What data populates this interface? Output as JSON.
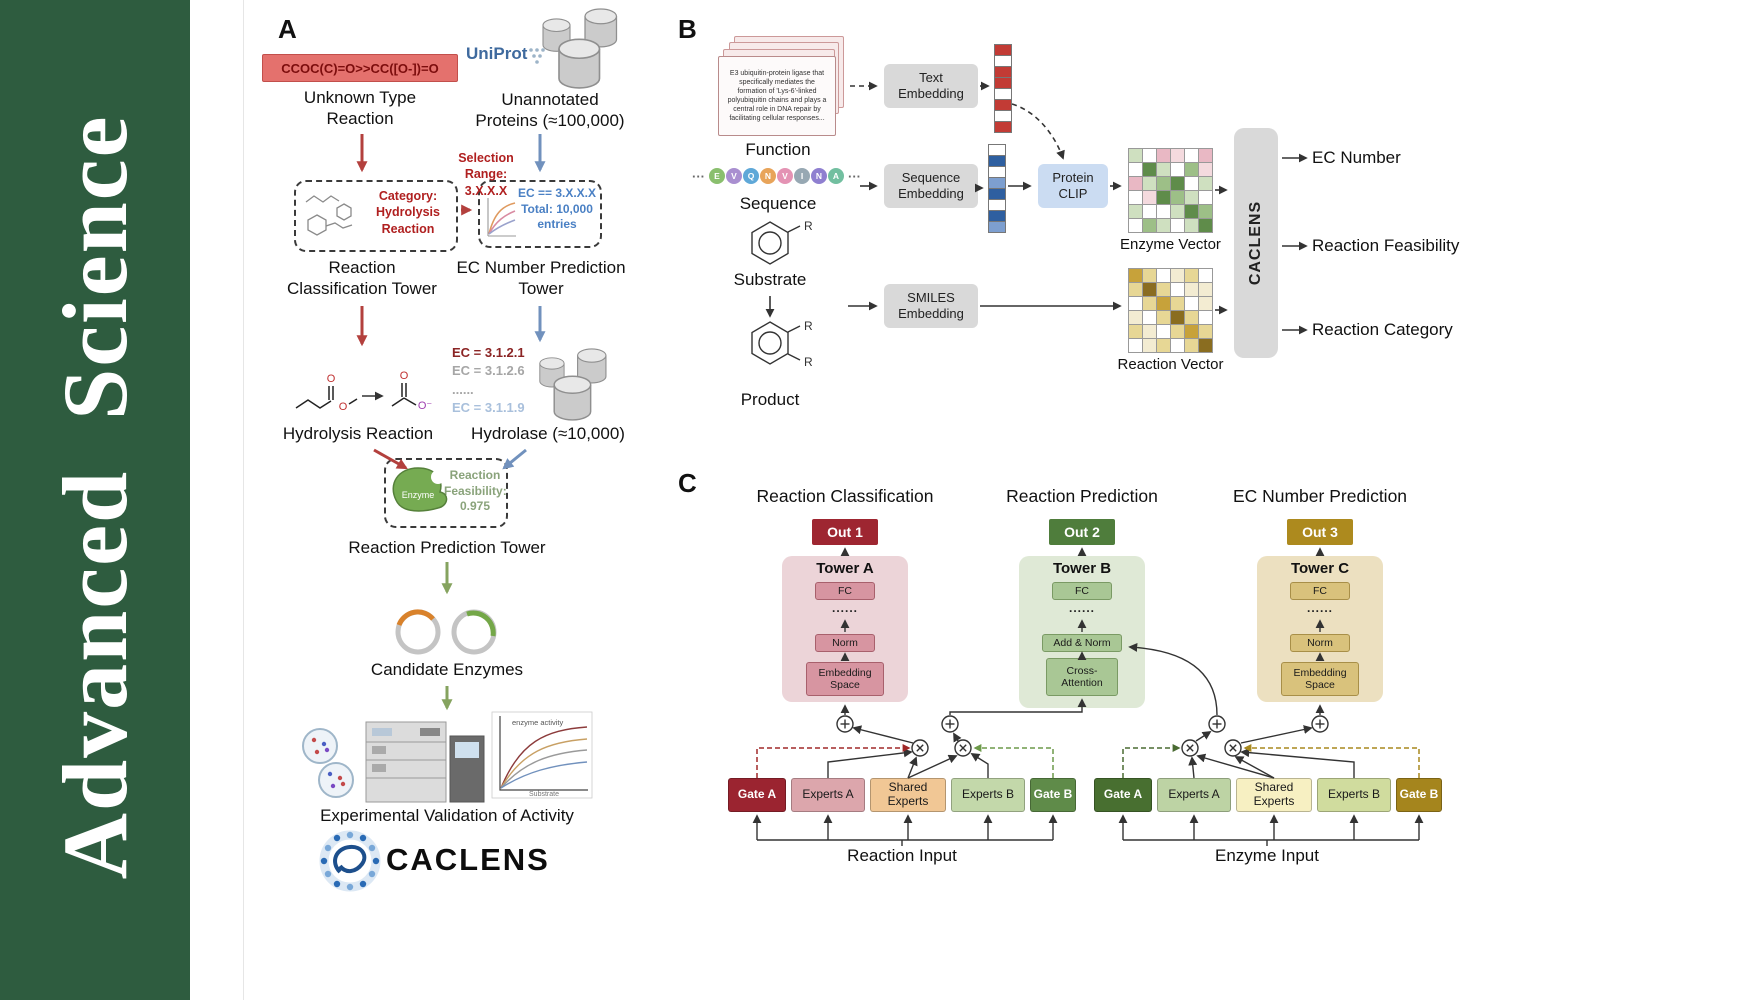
{
  "journal": {
    "name": "Advanced  Science"
  },
  "colors": {
    "journal_green": "#2e5c3f",
    "red_arrow": "#b3403d",
    "blue_arrow": "#7191bd",
    "green_arrow": "#85a35f",
    "out1": "#9e2631",
    "out2": "#4f7d3c",
    "out3": "#ad8a1e"
  },
  "panel_a": {
    "label": "A",
    "smiles": "CCOC(C)=O>>CC([O-])=O",
    "unknown_reaction": "Unknown Type Reaction",
    "uniprot": "UniProt",
    "unannotated": "Unannotated Proteins (≈100,000)",
    "category": "Category:\nHydrolysis\nReaction",
    "selection_range": "Selection\nRange:\n3.X.X.X",
    "ec_filter": "EC == 3.X.X.X\nTotal: 10,000\nentries",
    "classification_tower": "Reaction Classification Tower",
    "ec_tower": "EC Number Prediction Tower",
    "ec_list": [
      "EC = 3.1.2.1",
      "EC = 3.1.2.6",
      "......",
      "EC = 3.1.1.9"
    ],
    "hydrolysis": "Hydrolysis Reaction",
    "hydrolase": "Hydrolase (≈10,000)",
    "enzyme_label": "Enzyme",
    "feasibility": "Reaction\nFeasibility:\n0.975",
    "prediction_tower": "Reaction Prediction Tower",
    "candidate_enzymes": "Candidate Enzymes",
    "validation": "Experimental Validation of Activity",
    "caclens_wordmark": "CACLENS",
    "atom_o": "O",
    "atom_o_minus": "O⁻",
    "plot_title": "enzyme activity",
    "plot_xlabel": "Substrate"
  },
  "panel_b": {
    "label": "B",
    "function_text": "E3 ubiquitin-protein ligase that specifically mediates the formation of 'Lys-6'-linked polyubiquitin chains and plays a central role in DNA repair by facilitating cellular responses...",
    "function_label": "Function",
    "text_embedding": "Text\nEmbedding",
    "sequence_label": "Sequence",
    "sequence_embedding": "Sequence\nEmbedding",
    "smiles_embedding": "SMILES\nEmbedding",
    "protein_clip": "Protein\nCLIP",
    "ellipsis": "···",
    "r_label": "R",
    "substrate_label": "Substrate",
    "product_label": "Product",
    "enzyme_vector_label": "Enzyme Vector",
    "reaction_vector_label": "Reaction Vector",
    "caclens_bar": "CACLENS",
    "outputs": [
      "EC Number",
      "Reaction Feasibility",
      "Reaction Category"
    ],
    "sequence_circles": [
      {
        "letter": "E",
        "color": "#8abf6e"
      },
      {
        "letter": "V",
        "color": "#a98fd0"
      },
      {
        "letter": "Q",
        "color": "#5fa8d8"
      },
      {
        "letter": "N",
        "color": "#e8a45a"
      },
      {
        "letter": "V",
        "color": "#e493b4"
      },
      {
        "letter": "I",
        "color": "#97a8b3"
      },
      {
        "letter": "N",
        "color": "#8f7fd0"
      },
      {
        "letter": "A",
        "color": "#72bfa0"
      }
    ],
    "text_vector": {
      "palette": {
        "r": "#c23b35",
        "w": "#ffffff"
      },
      "cells": [
        "r",
        "w",
        "r",
        "r",
        "w",
        "r",
        "w",
        "r"
      ]
    },
    "sequence_vector": {
      "palette": {
        "b": "#2e5fa0",
        "lb": "#7d9fd0",
        "w": "#ffffff"
      },
      "cells": [
        "w",
        "b",
        "w",
        "lb",
        "b",
        "w",
        "b",
        "lb"
      ]
    },
    "enzyme_matrix": {
      "palette": {
        "w": "#ffffff",
        "lg": "#cfe0c0",
        "mg": "#9dbf87",
        "dg": "#5f8c4a",
        "pk": "#e9b8c4",
        "lp": "#f4dade"
      },
      "cells": [
        [
          "lg",
          "w",
          "pk",
          "lp",
          "w",
          "pk"
        ],
        [
          "w",
          "dg",
          "lg",
          "w",
          "mg",
          "lp"
        ],
        [
          "pk",
          "lg",
          "mg",
          "dg",
          "w",
          "lg"
        ],
        [
          "w",
          "lp",
          "dg",
          "mg",
          "lg",
          "w"
        ],
        [
          "lg",
          "w",
          "w",
          "lg",
          "dg",
          "mg"
        ],
        [
          "w",
          "mg",
          "lg",
          "w",
          "lg",
          "dg"
        ]
      ]
    },
    "reaction_matrix": {
      "palette": {
        "w": "#ffffff",
        "py": "#f3ecd2",
        "ly": "#e7d795",
        "gd": "#c7a23a",
        "dk": "#8a6d20"
      },
      "cells": [
        [
          "gd",
          "ly",
          "w",
          "py",
          "ly",
          "w"
        ],
        [
          "ly",
          "dk",
          "ly",
          "w",
          "py",
          "py"
        ],
        [
          "w",
          "ly",
          "gd",
          "ly",
          "w",
          "py"
        ],
        [
          "py",
          "w",
          "ly",
          "dk",
          "ly",
          "w"
        ],
        [
          "ly",
          "py",
          "w",
          "ly",
          "gd",
          "ly"
        ],
        [
          "w",
          "py",
          "ly",
          "w",
          "ly",
          "dk"
        ]
      ]
    }
  },
  "panel_c": {
    "label": "C",
    "column_titles": [
      "Reaction Classification",
      "Reaction Prediction",
      "EC Number Prediction"
    ],
    "outs": [
      "Out 1",
      "Out 2",
      "Out 3"
    ],
    "tower_a": {
      "name": "Tower A",
      "fc": "FC",
      "dots": "......",
      "norm": "Norm",
      "embedding": "Embedding Space"
    },
    "tower_b": {
      "name": "Tower B",
      "fc": "FC",
      "dots": "......",
      "addnorm": "Add & Norm",
      "cross": "Cross-Attention"
    },
    "tower_c": {
      "name": "Tower C",
      "fc": "FC",
      "dots": "......",
      "norm": "Norm",
      "embedding": "Embedding Space"
    },
    "moe_left": [
      "Gate A",
      "Experts A",
      "Shared Experts",
      "Experts B",
      "Gate B"
    ],
    "moe_right": [
      "Gate A",
      "Experts A",
      "Shared Experts",
      "Experts B",
      "Gate B"
    ],
    "reaction_input": "Reaction Input",
    "enzyme_input": "Enzyme Input"
  }
}
